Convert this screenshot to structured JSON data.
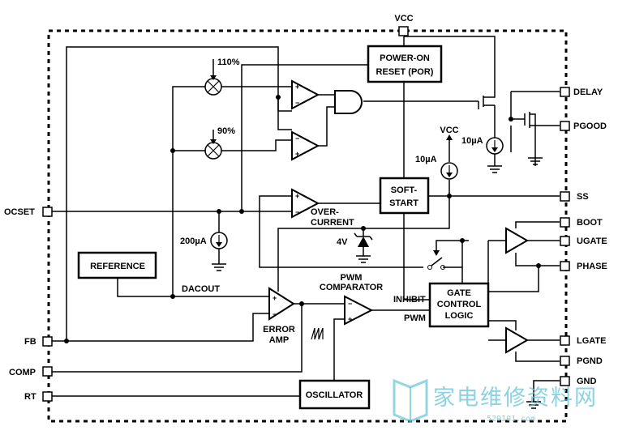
{
  "pins": {
    "vcc_top": "VCC",
    "delay": "DELAY",
    "pgood": "PGOOD",
    "ss": "SS",
    "boot": "BOOT",
    "ugate": "UGATE",
    "phase": "PHASE",
    "lgate": "LGATE",
    "pgnd": "PGND",
    "gnd": "GND",
    "ocset": "OCSET",
    "fb": "FB",
    "comp": "COMP",
    "rt": "RT"
  },
  "blocks": {
    "por_line1": "POWER-ON",
    "por_line2": "RESET (POR)",
    "softstart_line1": "SOFT-",
    "softstart_line2": "START",
    "reference": "REFERENCE",
    "gate_line1": "GATE",
    "gate_line2": "CONTROL",
    "gate_line3": "LOGIC",
    "oscillator": "OSCILLATOR"
  },
  "labels": {
    "pct_110": "110%",
    "pct_90": "90%",
    "vcc_inner": "VCC",
    "current_10a_left": "10µA",
    "current_10a_right": "10µA",
    "current_200a": "200µA",
    "overcurrent_1": "OVER-",
    "overcurrent_2": "CURRENT",
    "zener_4v": "4V",
    "dacout": "DACOUT",
    "pwm_comp_1": "PWM",
    "pwm_comp_2": "COMPARATOR",
    "inhibit": "INHIBIT",
    "pwm": "PWM",
    "error_1": "ERROR",
    "error_2": "AMP"
  },
  "watermark": {
    "text": "家电维修资料网",
    "url": "520101.com"
  }
}
